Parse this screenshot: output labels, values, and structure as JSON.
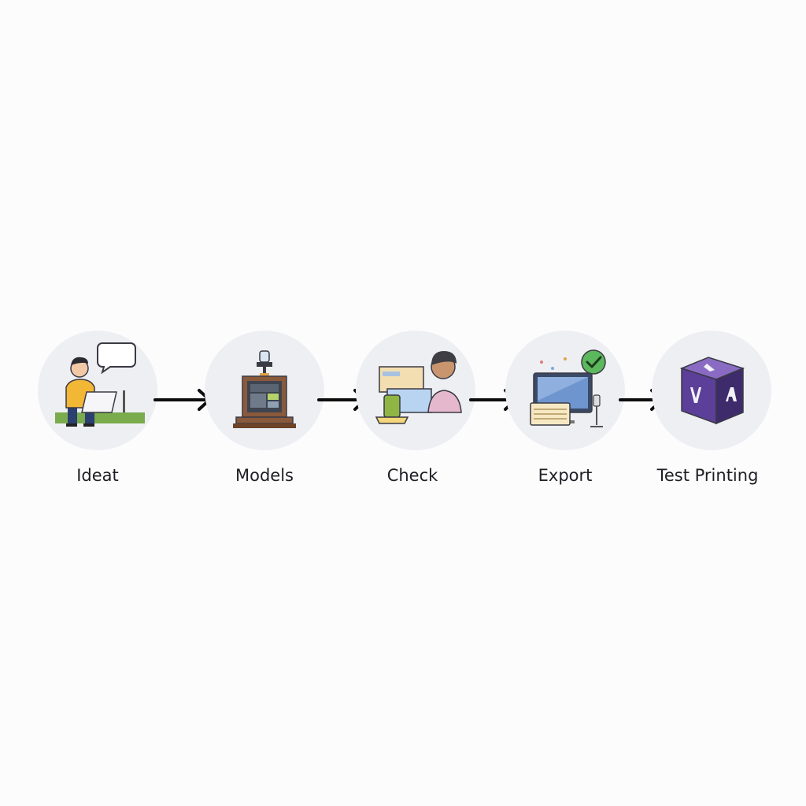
{
  "steps": [
    {
      "label": "Ideat",
      "icon": "person-laptop-icon"
    },
    {
      "label": "Models",
      "icon": "3d-printer-icon"
    },
    {
      "label": "Check",
      "icon": "review-screen-icon"
    },
    {
      "label": "Export",
      "icon": "computer-checkmark-icon"
    },
    {
      "label": "Test Printing",
      "icon": "printed-cube-icon"
    }
  ],
  "colors": {
    "background": "#fcfcfd",
    "circle": "#eeeff3",
    "arrow": "#0d0d0d",
    "cube": "#6b4fa0",
    "check": "#5cb85c"
  }
}
